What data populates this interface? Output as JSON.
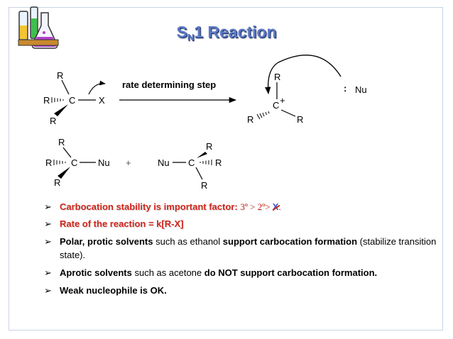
{
  "title": {
    "main": "S",
    "sub": "N",
    "rest": "1 Reaction"
  },
  "colors": {
    "title": "#5b79c4",
    "red_text": "#d0261c",
    "border": "#c9d3e6"
  },
  "logo": {
    "icon": "chemistry-flasks-icon"
  },
  "reaction": {
    "reactant": {
      "r_top": "R",
      "r_left": "R",
      "r_bottom": "R",
      "c": "C",
      "x": "X"
    },
    "arrow_label": "rate determining step",
    "carbocation": {
      "r_top": "R",
      "c": "C",
      "charge": "+",
      "r_left": "R",
      "r_right": "R"
    },
    "nucleophile": {
      "dots": ":",
      "nu": "Nu"
    },
    "product1": {
      "r_top": "R",
      "r_left": "R",
      "r_bottom": "R",
      "c": "C",
      "nu": "Nu"
    },
    "plus": "+",
    "product2": {
      "nu": "Nu",
      "c": "C",
      "r_top": "R",
      "r_right": "R",
      "r_bottom": "R"
    }
  },
  "bullets": {
    "marker": "➢",
    "b1": {
      "text": "Carbocation stability is important  factor: ",
      "order": "3º > 2º> ",
      "x": "X",
      "end": "."
    },
    "b2": {
      "text": "Rate of the reaction  =  k[R-X]"
    },
    "b3": {
      "t1": "Polar, protic solvents",
      "t2": " such as ethanol ",
      "t3": "support carbocation formation",
      "t4": " (stabilize transition state)."
    },
    "b4": {
      "t1": "Aprotic solvents",
      "t2": " such as acetone ",
      "t3": "do NOT support carbocation formation."
    },
    "b5": {
      "text": "Weak nucleophile is OK."
    }
  }
}
